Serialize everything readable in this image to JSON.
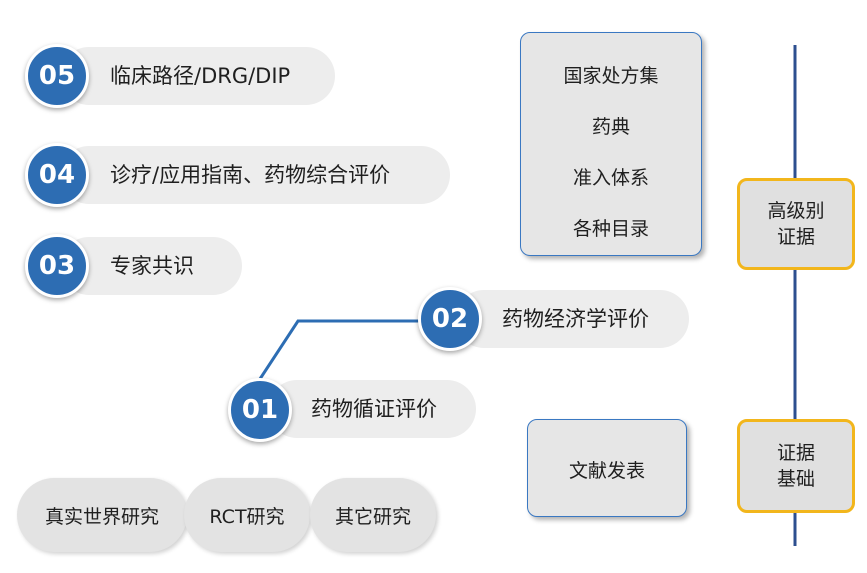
{
  "pyramid": {
    "items": [
      {
        "num": "05",
        "label": "临床路径/DRG/DIP"
      },
      {
        "num": "04",
        "label": "诊疗/应用指南、药物综合评价"
      },
      {
        "num": "03",
        "label": "专家共识"
      },
      {
        "num": "02",
        "label": "药物经济学评价"
      },
      {
        "num": "01",
        "label": "药物循证评价"
      }
    ]
  },
  "studies": [
    "真实世界研究",
    "RCT研究",
    "其它研究"
  ],
  "authority_box": [
    "国家处方集",
    "药典",
    "准入体系",
    "各种目录"
  ],
  "literature_box": "文献发表",
  "evidence": {
    "high": [
      "高级别",
      "证据"
    ],
    "base": [
      "证据",
      "基础"
    ]
  },
  "colors": {
    "circle": "#2d6db3",
    "connector": "#2d6db3",
    "axis": "#2d4f8f",
    "evidence_border": "#f2b61c",
    "box_border": "#3a78c2"
  }
}
